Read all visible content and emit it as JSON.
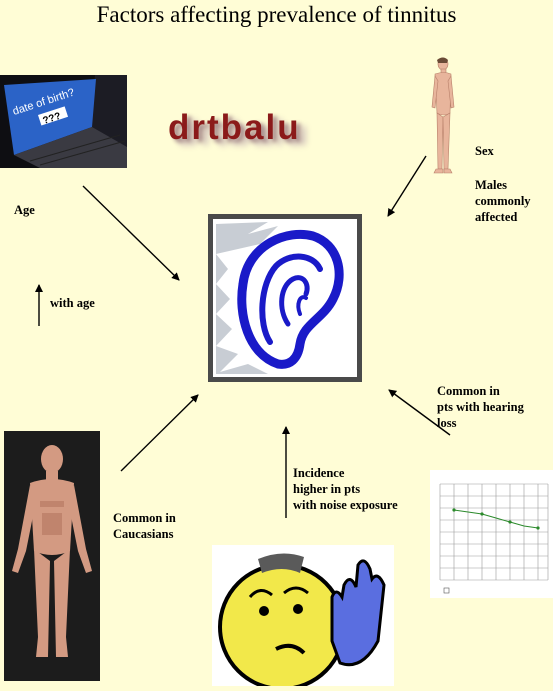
{
  "title": "Factors affecting prevalence of tinnitus",
  "watermark": "drtbalu",
  "factors": {
    "age": {
      "label": "Age",
      "trend": "with age"
    },
    "sex": {
      "label": "Sex",
      "note": "Males\ncommonly\naffected"
    },
    "race": {
      "note": "Common in\nCaucasians"
    },
    "noise": {
      "note": "Incidence\nhigher in pts\nwith noise exposure"
    },
    "hearing": {
      "note": "Common in\npts with hearing\nloss"
    }
  },
  "laptop_screen": {
    "question": "date of birth?",
    "answer": "???"
  },
  "icons": [
    "ear-icon",
    "standing-man-icon",
    "laptop-icon",
    "human-model-icon",
    "listening-face-icon",
    "audiogram-icon"
  ],
  "colors": {
    "background": "#fffdd6",
    "ear": "#1a1ac8",
    "watermark": "#8b1a1a"
  }
}
